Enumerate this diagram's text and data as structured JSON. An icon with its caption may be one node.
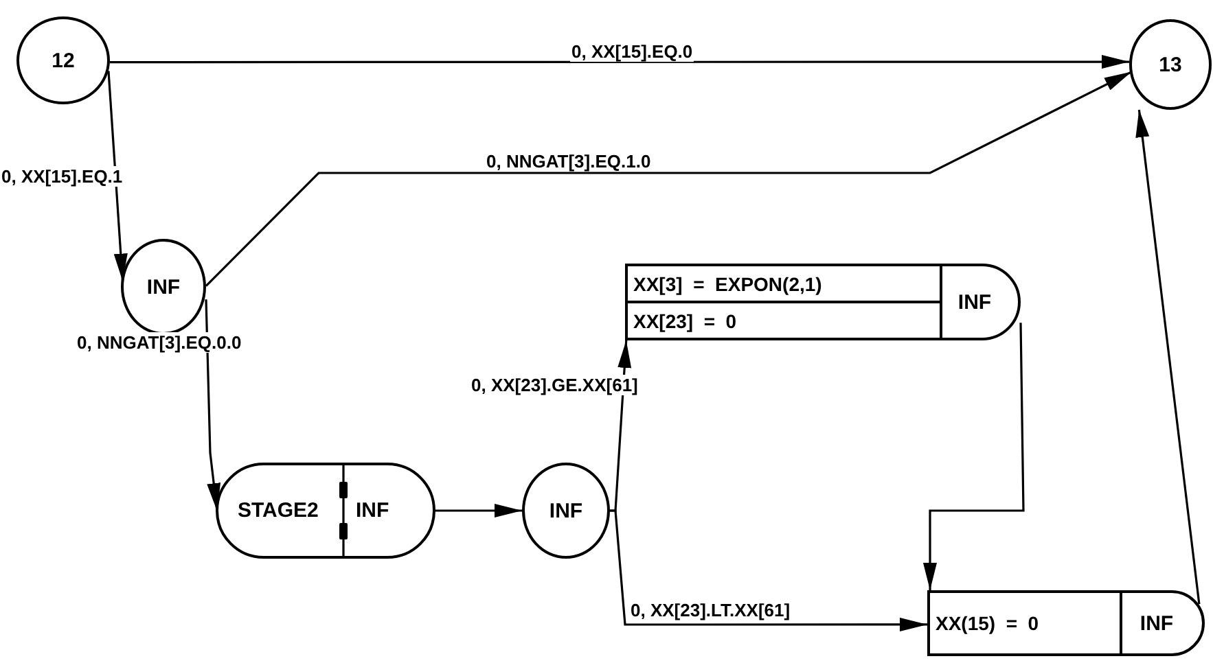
{
  "diagram": {
    "nodes": [
      {
        "text": [
          "12"
        ]
      },
      {
        "text": [
          "13"
        ]
      },
      {
        "text": [
          "INF"
        ]
      },
      {
        "text": [
          "STAGE2",
          "INF"
        ]
      },
      {
        "text": [
          "INF"
        ]
      },
      {
        "text": [
          "XX[3]  =  EXPON(2,1)",
          "XX[23]  =  0",
          "INF"
        ]
      },
      {
        "text": [
          "XX(15)  =  0",
          "INF"
        ]
      }
    ],
    "edges": [
      {
        "from": 0,
        "to": 1,
        "arrow": "to",
        "label": "0, XX[15].EQ.0"
      },
      {
        "from": 0,
        "to": 2,
        "arrow": "to",
        "label": "0, XX[15].EQ.1"
      },
      {
        "from": 2,
        "to": 1,
        "arrow": "to",
        "label": "0, NNGAT[3].EQ.1.0"
      },
      {
        "from": 2,
        "to": 3,
        "arrow": "to",
        "label": "0, NNGAT[3].EQ.0.0"
      },
      {
        "from": 3,
        "to": 4,
        "arrow": "to"
      },
      {
        "from": 4,
        "to": 5,
        "arrow": "to",
        "label": "0, XX[23].GE.XX[61]"
      },
      {
        "from": 4,
        "to": 6,
        "arrow": "to",
        "label": "0, XX[23].LT.XX[61]"
      },
      {
        "from": 5,
        "to": 6,
        "arrow": "to"
      },
      {
        "from": 6,
        "to": 1,
        "arrow": "to"
      }
    ]
  }
}
